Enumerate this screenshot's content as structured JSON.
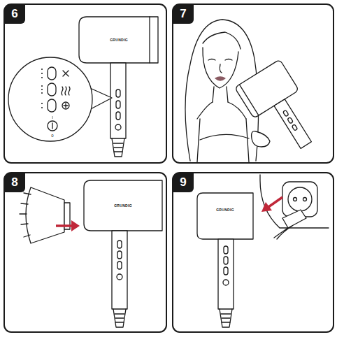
{
  "diagram": {
    "nodes": [
      {
        "text": [
          "6"
        ]
      },
      {
        "text": [
          "7"
        ]
      },
      {
        "text": [
          "8"
        ]
      },
      {
        "text": [
          "9"
        ]
      }
    ],
    "labels": [
      "GRUNDIG",
      "I",
      "0",
      "GRUNDIG",
      "GRUNDIG"
    ]
  }
}
